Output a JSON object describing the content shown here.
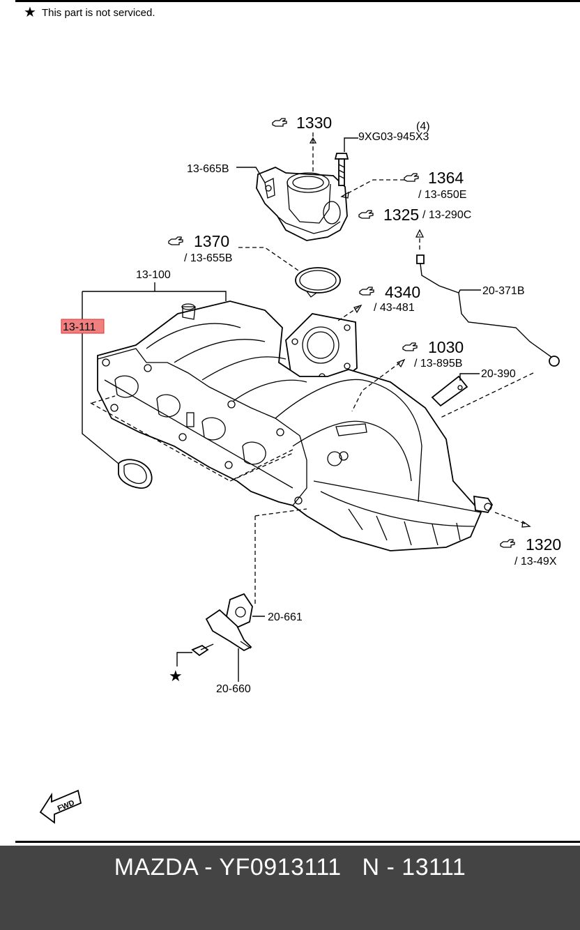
{
  "note": {
    "symbol": "★",
    "text": "This part is not serviced."
  },
  "refs": {
    "r1330": {
      "num": "1330",
      "sub": ""
    },
    "r1364": {
      "num": "1364",
      "sub": "/ 13-650E"
    },
    "r1325": {
      "num": "1325",
      "sub": "/ 13-290C"
    },
    "r1370": {
      "num": "1370",
      "sub": "/ 13-655B"
    },
    "r4340": {
      "num": "4340",
      "sub": "/ 43-481"
    },
    "r1030": {
      "num": "1030",
      "sub": "/ 13-895B"
    },
    "r1320": {
      "num": "1320",
      "sub": "/ 13-49X"
    }
  },
  "parts": {
    "bolt_qty": "(4)",
    "bolt": "9XG03-945X3",
    "p13_665B": "13-665B",
    "p13_100": "13-100",
    "p13_111": "13-111",
    "p20_371B": "20-371B",
    "p20_390": "20-390",
    "p20_661": "20-661",
    "p20_660": "20-660",
    "fwd": "FWD"
  },
  "colors": {
    "highlight": "#f08080",
    "footer_bg": "#444444",
    "footer_text": "#ffffff"
  },
  "footer": {
    "text": "MAZDA - YF0913111   N - 13111"
  }
}
